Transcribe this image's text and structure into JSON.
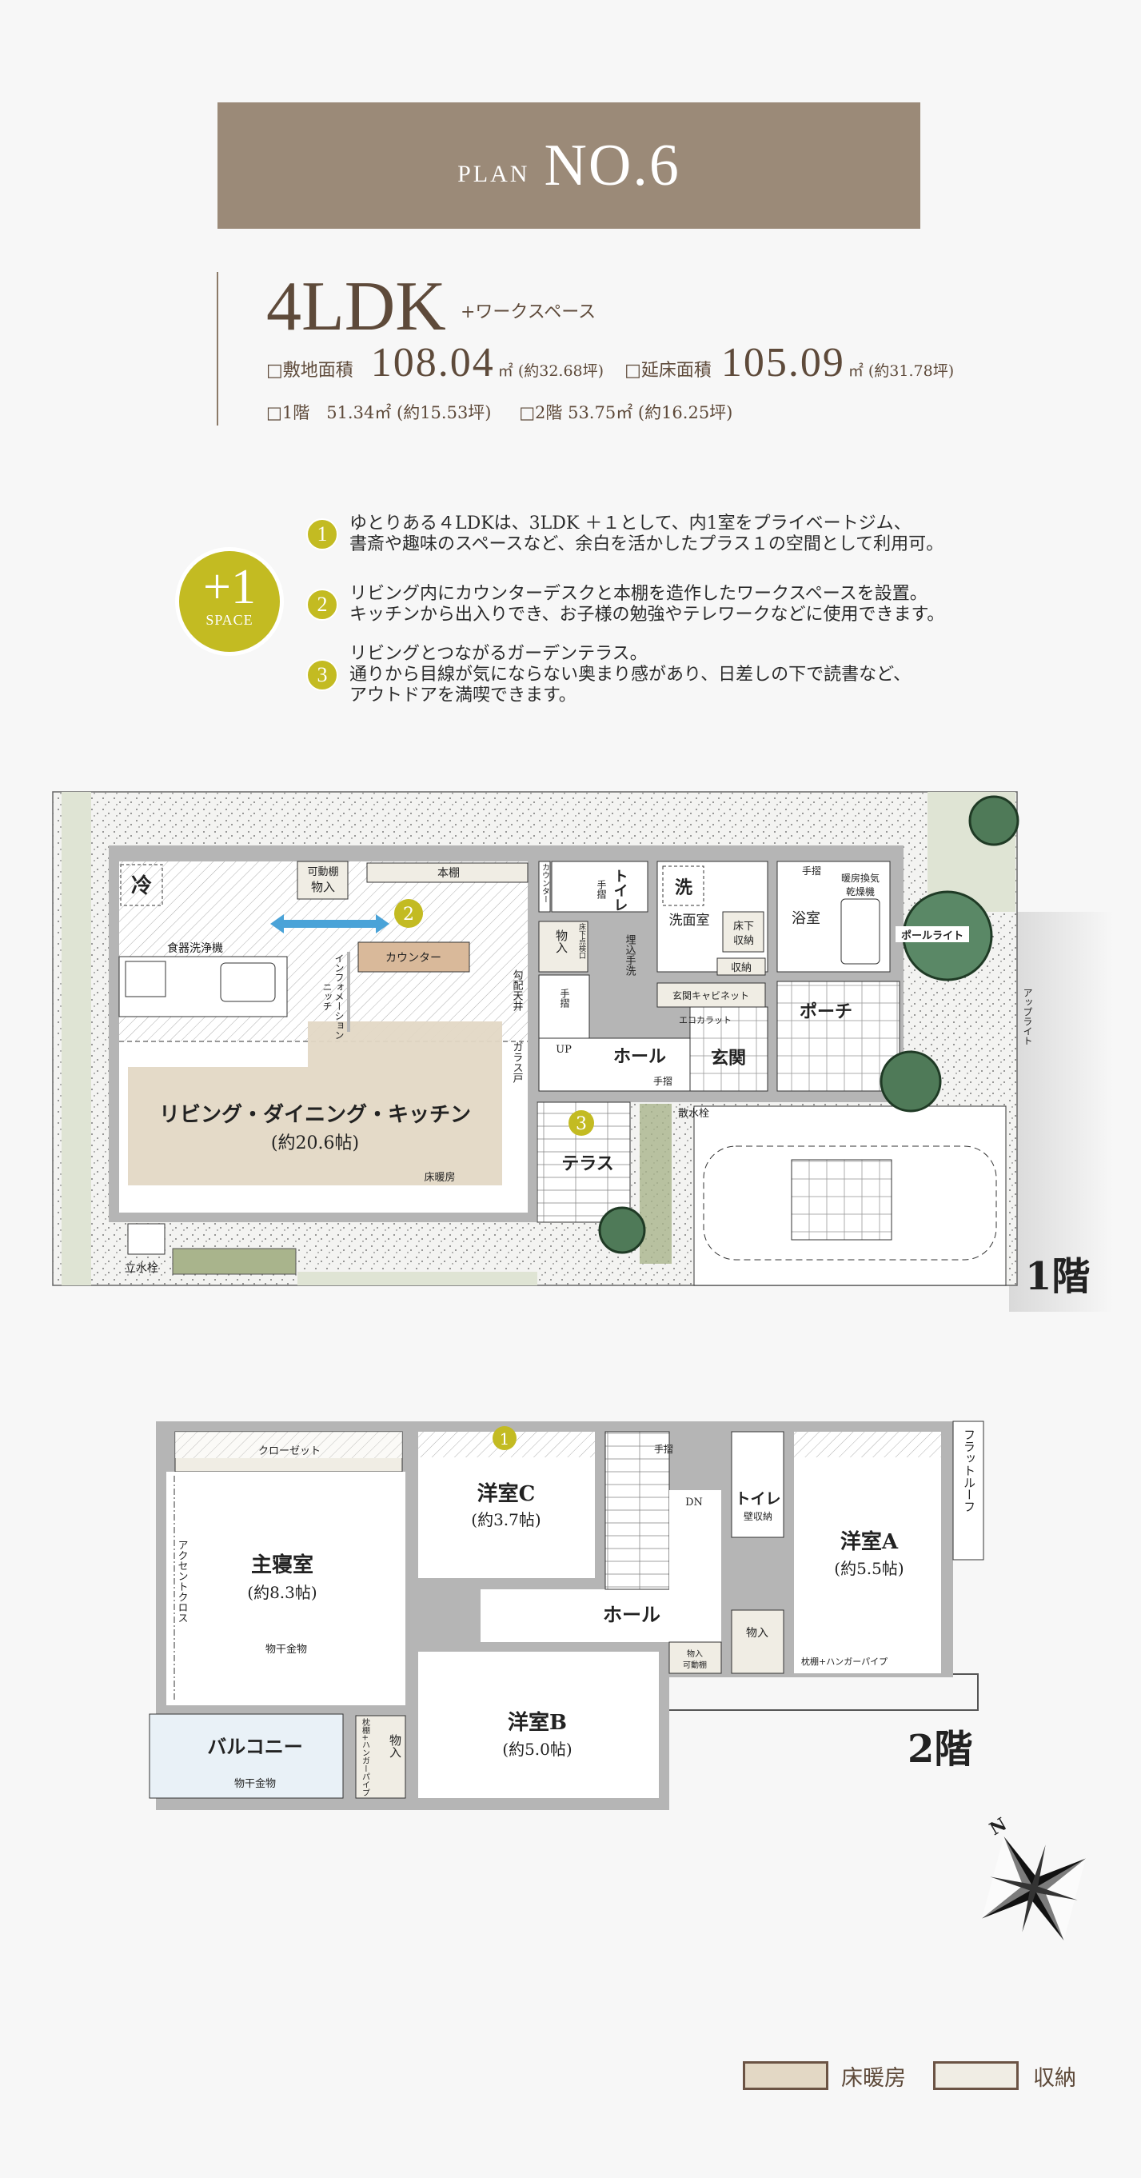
{
  "banner": {
    "plan": "PLAN",
    "number": "NO.6"
  },
  "summary": {
    "layout": "4LDK",
    "extra": "+ワークスペース",
    "site_label": "□敷地面積",
    "site_value": "108.04",
    "site_unit": "㎡ (約32.68坪)",
    "floor_label": "□延床面積",
    "floor_value": "105.09",
    "floor_unit": "㎡ (約31.78坪)",
    "f1": "□1階　51.34㎡ (約15.53坪)",
    "f2": "□2階 53.75㎡ (約16.25坪)"
  },
  "badge": {
    "main": "+1",
    "sub": "SPACE"
  },
  "features": [
    {
      "num": "1",
      "lines": [
        "ゆとりある４LDKは、3LDK ＋１として、内1室をプライベートジム、",
        "書斎や趣味のスペースなど、余白を活かしたプラス１の空間として利用可。"
      ]
    },
    {
      "num": "2",
      "lines": [
        "リビング内にカウンターデスクと本棚を造作したワークスペースを設置。",
        "キッチンから出入りでき、お子様の勉強やテレワークなどに使用できます。"
      ]
    },
    {
      "num": "3",
      "lines": [
        "リビングとつながるガーデンテラス。",
        "通りから目線が気にならない奥まり感があり、日差しの下で読書など、",
        "アウトドアを満喫できます。"
      ]
    }
  ],
  "plan1": {
    "floor_label": "1階",
    "fridge": "冷",
    "dishwasher": "食器洗浄機",
    "shelf_movable": "可動棚",
    "storage": "物入",
    "bookshelf": "本棚",
    "counter": "カウンター",
    "info_niche_1": "インフォメーション",
    "info_niche_2": "ニッチ",
    "sloped_ceiling": "勾配天井",
    "glass_door": "ガラス戸",
    "ldk": "リビング・ダイニング・キッチン",
    "ldk_size": "(約20.6帖)",
    "floor_heating": "床暖房",
    "faucet": "立水栓",
    "counter_v": "カウンター",
    "toilet": "トイレ",
    "handrail": "手摺",
    "underfloor_hatch": "床下点検口",
    "up": "UP",
    "handwash": "埋込手洗",
    "wash": "洗",
    "washroom": "洗面室",
    "underfloor": "床下",
    "storage2": "収納",
    "storage3": "収納",
    "bath": "浴室",
    "dryer_1": "暖房換気",
    "dryer_2": "乾燥機",
    "entry_cabinet": "玄関キャビネット",
    "ecocarat": "エコカラット",
    "hall": "ホール",
    "entrance": "玄関",
    "porch": "ポーチ",
    "pole_light": "ポールライト",
    "uplight": "アップライト",
    "terrace": "テラス",
    "sprinkler": "散水栓",
    "marker2": "2",
    "marker3": "3"
  },
  "plan2": {
    "floor_label": "2階",
    "closet": "クローゼット",
    "master": "主寝室",
    "master_size": "(約8.3帖)",
    "accent": "アクセントクロス",
    "drying": "物干金物",
    "balcony": "バルコニー",
    "drying2": "物干金物",
    "pillow_shelf": "枕棚+ハンガーパイプ",
    "storage": "物入",
    "room_c": "洋室C",
    "room_c_size": "(約3.7帖)",
    "room_b": "洋室B",
    "room_b_size": "(約5.0帖)",
    "hall": "ホール",
    "handrail": "手摺",
    "dn": "DN",
    "toilet": "トイレ",
    "wall_storage": "壁収納",
    "room_a": "洋室A",
    "room_a_size": "(約5.5帖)",
    "flat_roof": "フラットルーフ",
    "storage_a": "物入",
    "storage_hall_1": "物入",
    "storage_hall_2": "可動棚",
    "pillow_shelf_a": "枕棚+ハンガーパイプ",
    "marker1": "1"
  },
  "compass": {
    "label": "N"
  },
  "legend": [
    {
      "label": "床暖房",
      "color": "#e3d8c5"
    },
    {
      "label": "収納",
      "color": "#f0ede4"
    }
  ],
  "colors": {
    "banner": "#9b8a78",
    "accent": "#c3bb22",
    "text": "#5e4a3a",
    "wall": "#b5b5b5",
    "arrow": "#4aa3d8"
  }
}
